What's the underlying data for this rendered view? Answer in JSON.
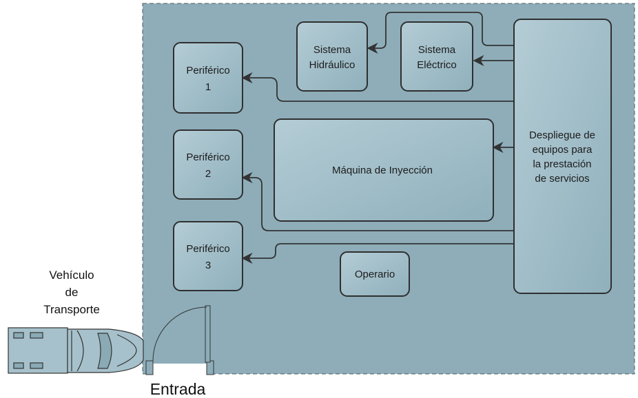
{
  "colors": {
    "floor": "#8faeba",
    "box": "#9ab9c5",
    "box_highlight": "#b7cfd8",
    "stroke": "#2f2f2f",
    "vehicle": "#a2bfca"
  },
  "boxes": {
    "periferico1": [
      "Periférico",
      "1"
    ],
    "periferico2": [
      "Periférico",
      "2"
    ],
    "periferico3": [
      "Periférico",
      "3"
    ],
    "hidraulico": [
      "Sistema",
      "Hidráulico"
    ],
    "electrico": [
      "Sistema",
      "Eléctrico"
    ],
    "maquina": [
      "Máquina de Inyección"
    ],
    "despliegue": [
      "Despliegue de",
      "equipos para",
      "la prestación",
      "de servicios"
    ],
    "operario": [
      "Operario"
    ]
  },
  "labels": {
    "vehiculo": [
      "Vehículo",
      "de",
      "Transporte"
    ],
    "entrada": "Entrada"
  }
}
